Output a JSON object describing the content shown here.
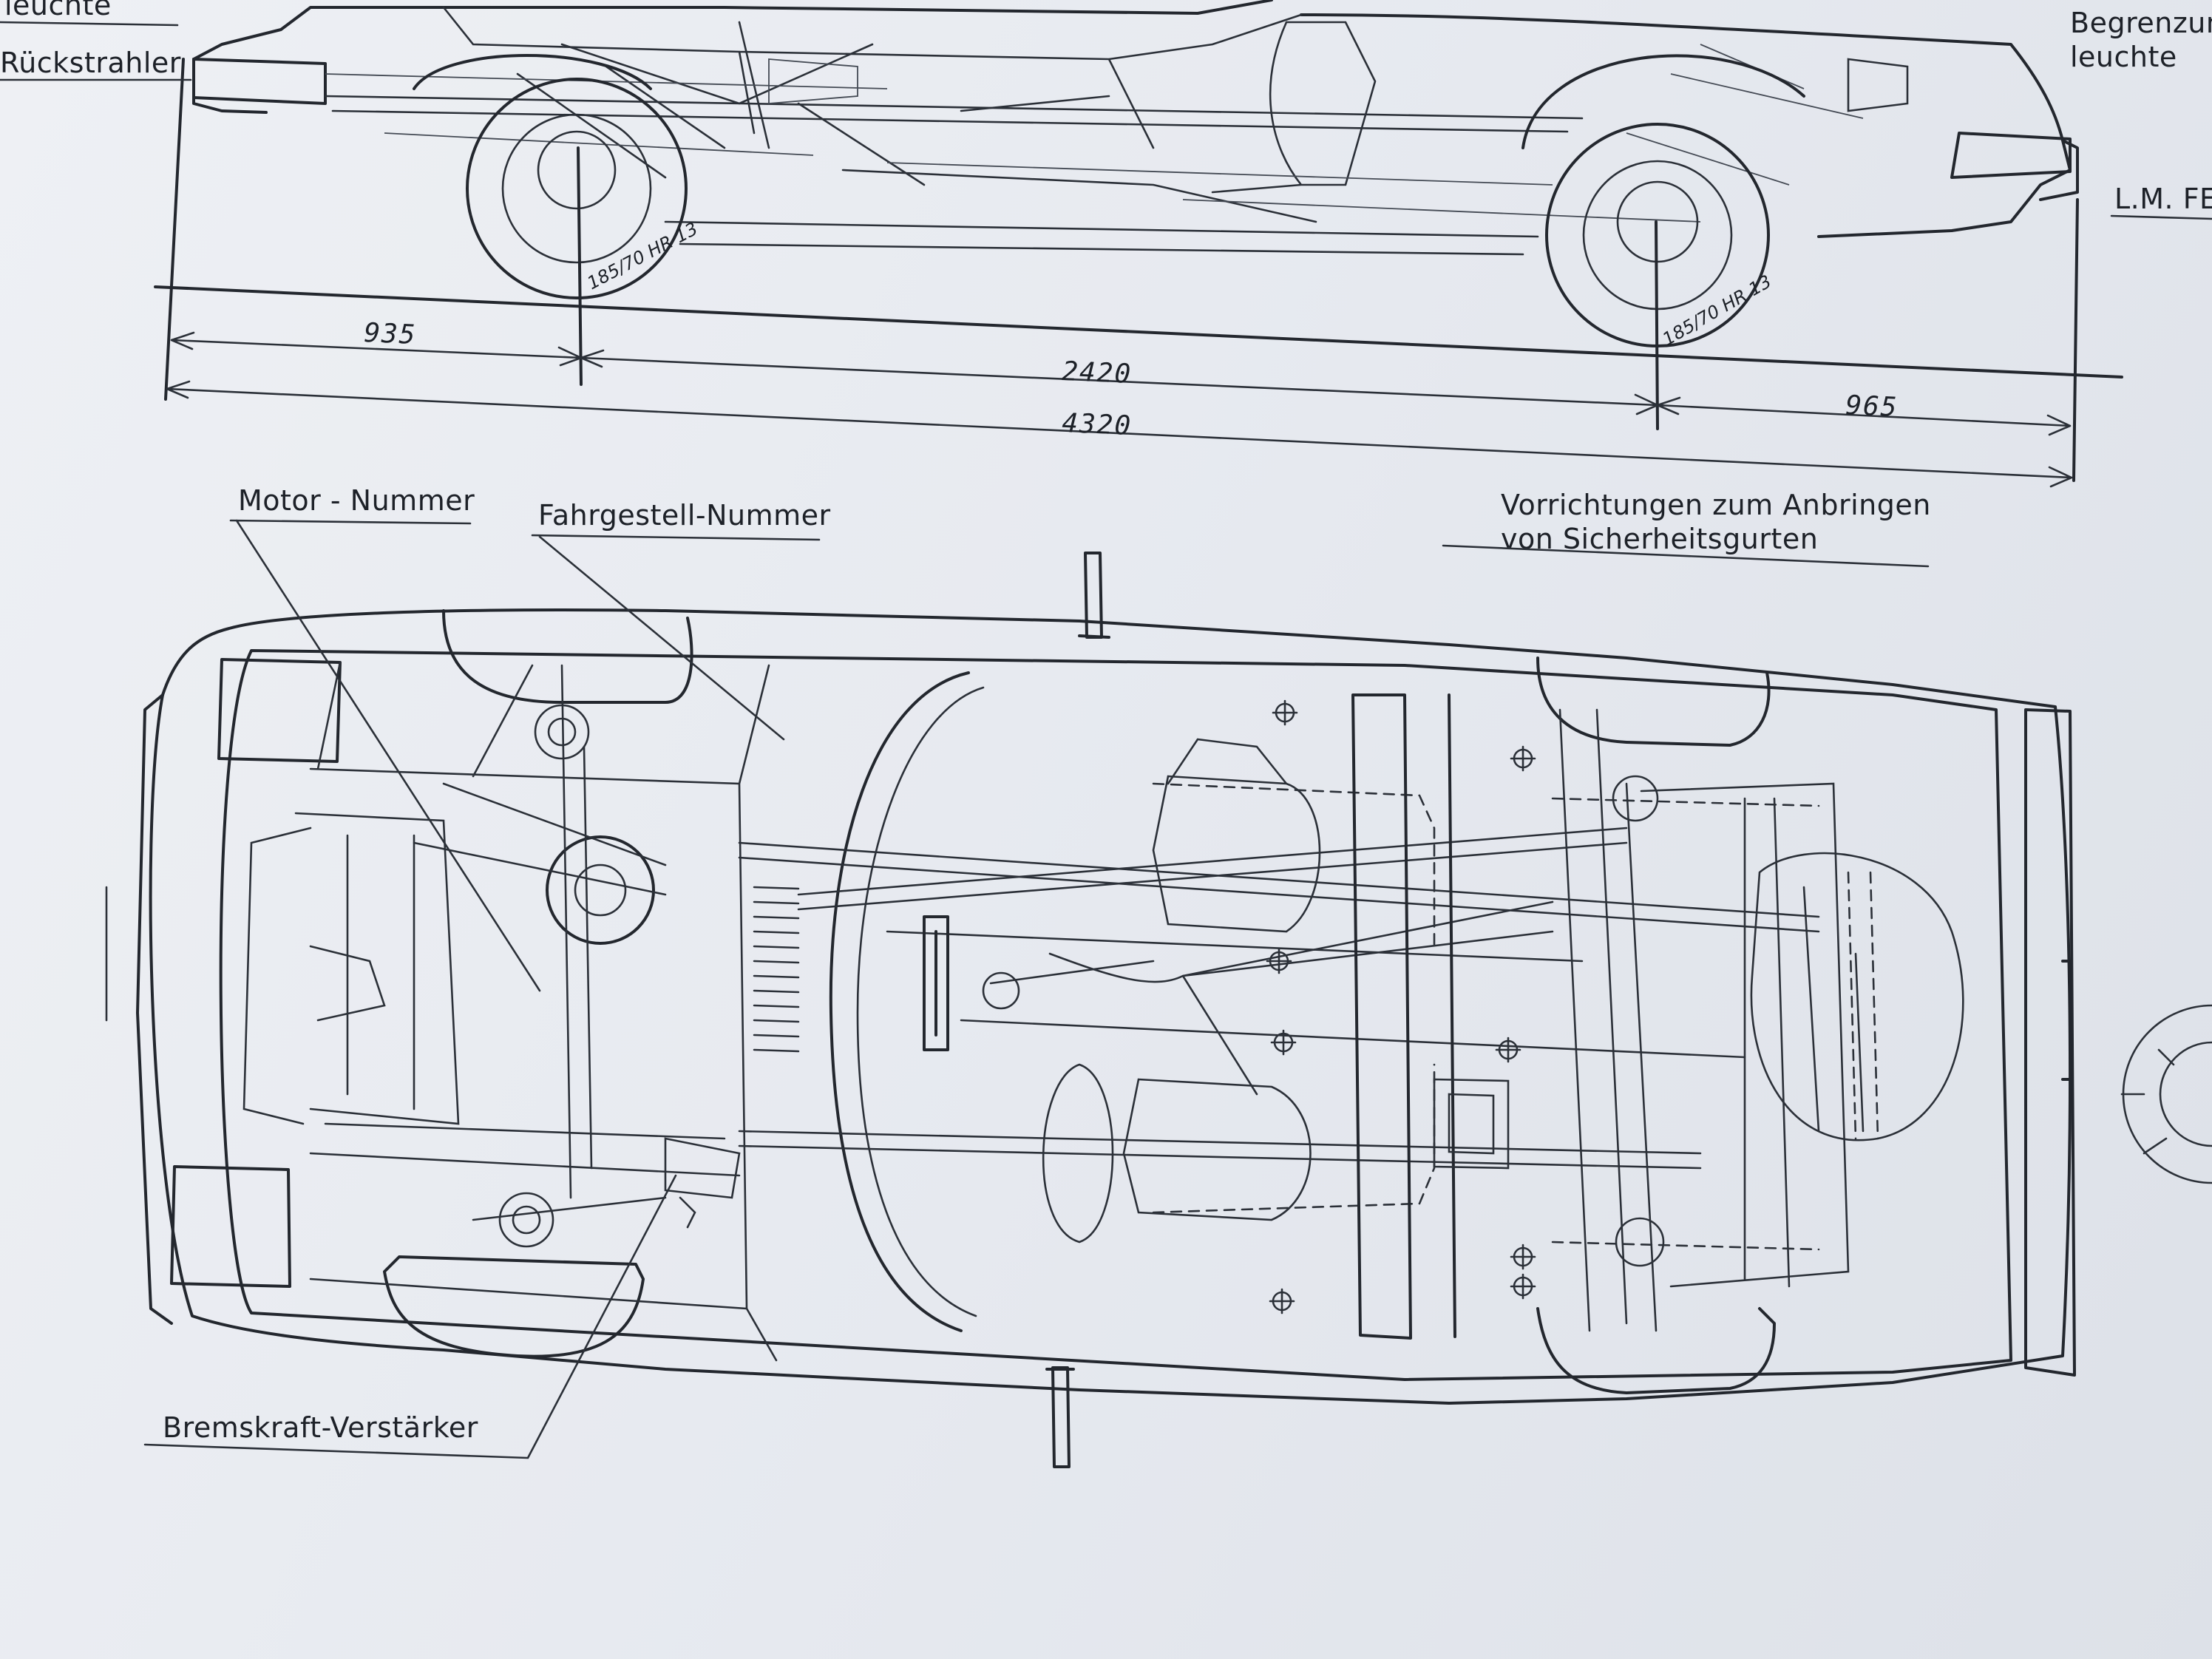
{
  "labels": {
    "top_left_partial": "leuchte",
    "rueckstrahler": "Rückstrahler",
    "begrenzung_line1": "Begrenzung",
    "begrenzung_line2": "leuchte",
    "lm_fe": "L.M. FE",
    "motor_nummer": "Motor - Nummer",
    "fahrgestell_nummer": "Fahrgestell-Nummer",
    "gurte_line1": "Vorrichtungen zum Anbringen",
    "gurte_line2": "von Sicherheitsgurten",
    "bremskraft": "Bremskraft-Verstärker"
  },
  "dimensions": {
    "front_overhang": "935",
    "wheelbase": "2420",
    "rear_overhang": "965",
    "overall_length": "4320"
  },
  "tyres": {
    "front": "185/70 HR 13",
    "rear": "185/70 HR 13"
  },
  "colors": {
    "paper": "#e6e9ef",
    "ink": "#23272e"
  }
}
